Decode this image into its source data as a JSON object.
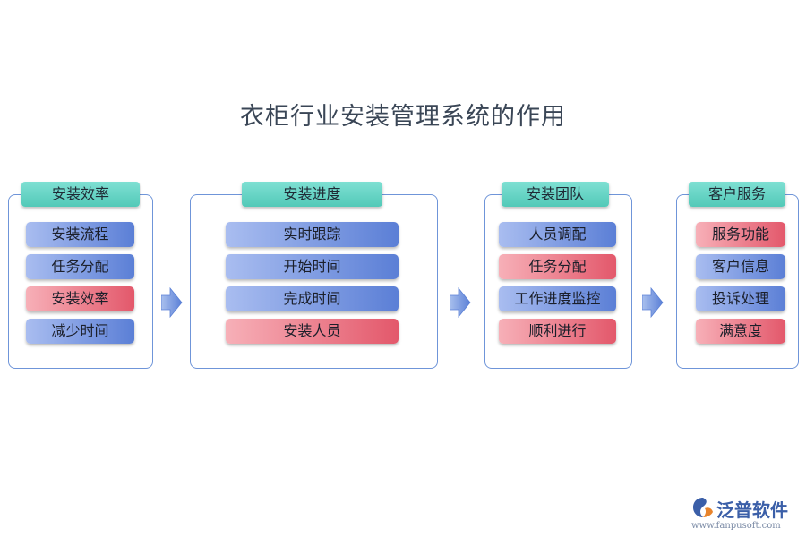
{
  "title": "衣柜行业安装管理系统的作用",
  "panels": [
    {
      "header": "安装效率",
      "items": [
        {
          "label": "安装流程",
          "color": "blue"
        },
        {
          "label": "任务分配",
          "color": "blue"
        },
        {
          "label": "安装效率",
          "color": "red"
        },
        {
          "label": "减少时间",
          "color": "blue"
        }
      ]
    },
    {
      "header": "安装进度",
      "items": [
        {
          "label": "实时跟踪",
          "color": "blue"
        },
        {
          "label": "开始时间",
          "color": "blue"
        },
        {
          "label": "完成时间",
          "color": "blue"
        },
        {
          "label": "安装人员",
          "color": "red"
        }
      ]
    },
    {
      "header": "安装团队",
      "items": [
        {
          "label": "人员调配",
          "color": "blue"
        },
        {
          "label": "任务分配",
          "color": "red"
        },
        {
          "label": "工作进度监控",
          "color": "blue"
        },
        {
          "label": "顺利进行",
          "color": "red"
        }
      ]
    },
    {
      "header": "客户服务",
      "items": [
        {
          "label": "服务功能",
          "color": "red"
        },
        {
          "label": "客户信息",
          "color": "blue"
        },
        {
          "label": "投诉处理",
          "color": "blue"
        },
        {
          "label": "满意度",
          "color": "red"
        }
      ]
    }
  ],
  "logo": {
    "name": "泛普软件",
    "url": "www.fanpusoft.com"
  }
}
